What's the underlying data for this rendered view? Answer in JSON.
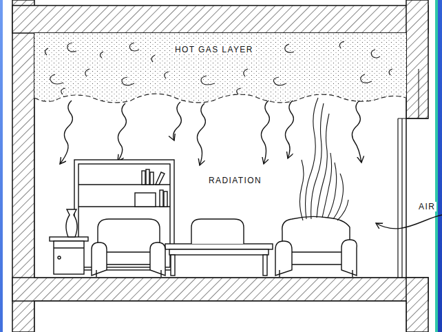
{
  "diagram": {
    "labels": [
      "HOT GAS LAYER",
      "RADIATION",
      "AIR"
    ]
  }
}
